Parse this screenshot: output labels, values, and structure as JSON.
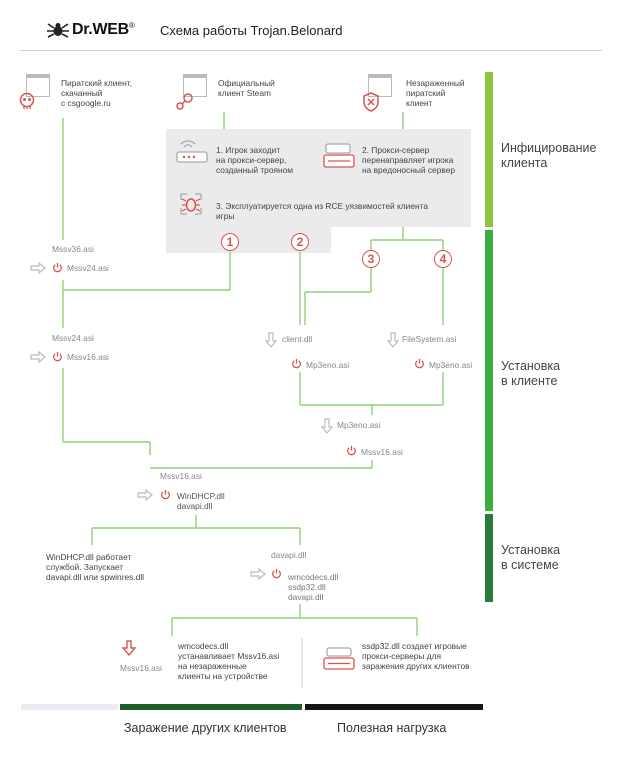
{
  "header": {
    "brand": "Dr.WEB",
    "reg": "®",
    "title": "Схема работы Trojan.Belonard"
  },
  "sources": {
    "pirate_client": "Пиратский клиент,\nскачанный\nс csgoogle.ru",
    "official_client": "Официальный\nклиент Steam",
    "uninfected_pirate": "Незараженный\nпиратский\nклиент"
  },
  "attack": {
    "step1": "1. Игрок заходит\nна прокси-сервер,\nсозданный трояном",
    "step2": "2. Прокси-сервер\nперенаправляет игрока\nна вредоносный сервер",
    "step3": "3. Эксплуатируется одна из RCE уязвимостей клиента\nигры",
    "numbers": [
      "1",
      "2",
      "3",
      "4"
    ]
  },
  "files": {
    "mssv36": "Mssv36.asi",
    "mssv24_a": "Mssv24.asi",
    "mssv24_b": "Mssv24.asi",
    "mssv16_a": "Mssv16.asi",
    "client_dll": "client.dll",
    "mp3eno_a": "Mp3eno.asi",
    "filesystem": "FileSystem.asi",
    "mp3eno_b": "Mp3eno.asi",
    "mp3eno_c": "Mp3eno.asi",
    "mssv16_b": "Mssv16.asi",
    "mssv16_c": "Mssv16.asi",
    "windhcp_davapi": "WinDHCP.dll\ndavapi.dll",
    "davapi": "davapi.dll",
    "wmcodecs_group": "wmcodecs.dll\nssdp32.dll\ndavapi.dll",
    "mssv16_d": "Mssv16.asi"
  },
  "system": {
    "windhcp_desc": "WinDHCP.dll  работает\nслужбой. Запускает\ndavapi.dll или spwinres.dll"
  },
  "payload": {
    "wmcodecs_desc": "wmcodecs.dll\nустанавливает Mssv16.asi\nна незараженные\nклиенты на устройстве",
    "ssdp_desc": "ssdp32.dll создает игровые\nпрокси-серверы для\nзаражения других клиентов"
  },
  "stages": {
    "infection": "Инфицирование\nклиента",
    "client_install": "Установка\nв клиенте",
    "system_install": "Установка\nв системе"
  },
  "legend": {
    "spread": "Заражение других клиентов",
    "payload": "Полезная нагрузка"
  },
  "colors": {
    "green": "#8fd17a",
    "stage_light": "#8cc63f",
    "stage_mid": "#3aad3e",
    "stage_dark": "#2c7a3a",
    "red": "#d9534f",
    "panel": "#ebebee"
  }
}
